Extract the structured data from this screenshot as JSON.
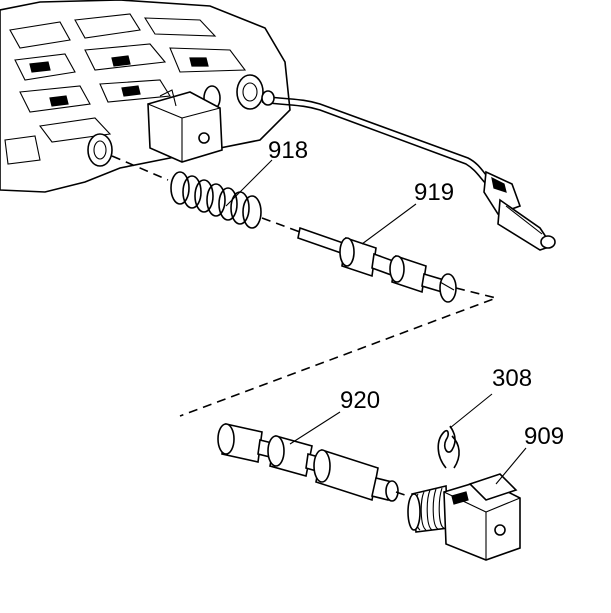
{
  "callouts": {
    "spring": "918",
    "valve_upper": "919",
    "valve_lower": "920",
    "retainer_clip": "308",
    "solenoid": "909"
  }
}
